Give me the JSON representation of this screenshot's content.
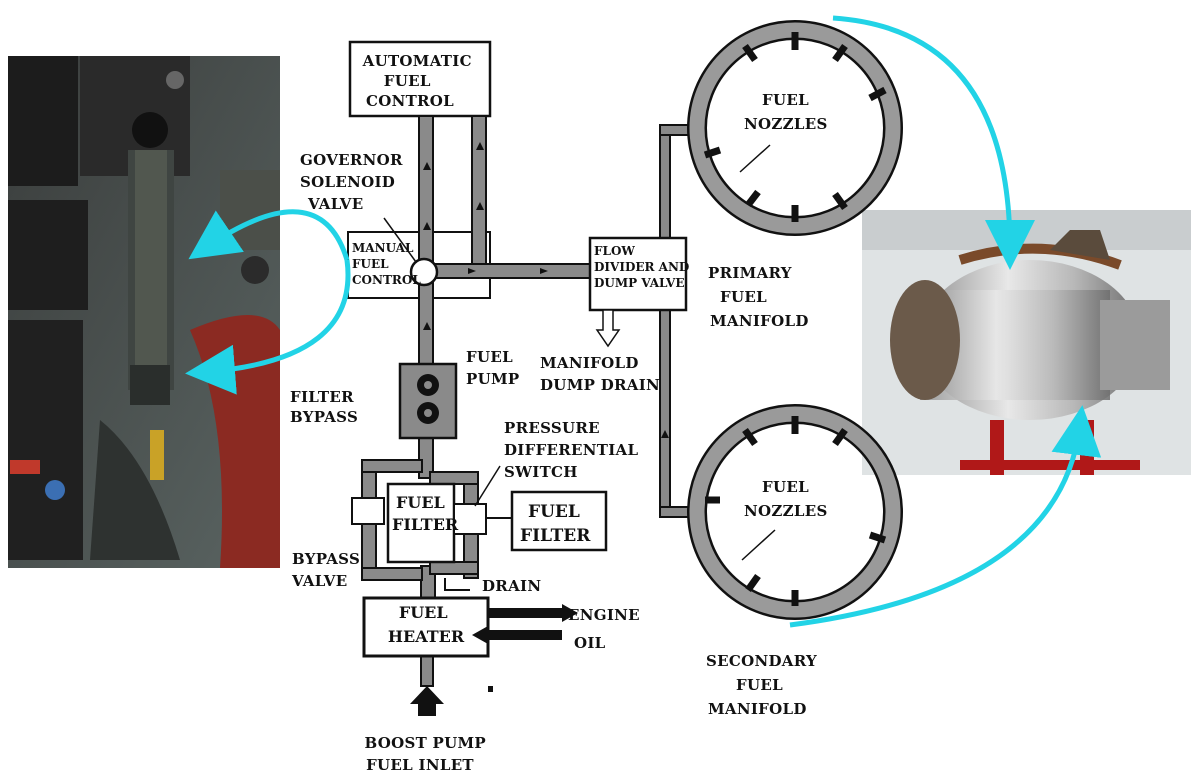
{
  "labels": {
    "automatic_fuel_control": [
      "AUTOMATIC",
      "FUEL",
      "CONTROL"
    ],
    "governor_solenoid_valve": [
      "GOVERNOR",
      "SOLENOID",
      "VALVE"
    ],
    "manual_fuel_control": [
      "MANUAL",
      "FUEL",
      "CONTROL"
    ],
    "flow_divider": [
      "FLOW",
      "DIVIDER AND",
      "DUMP VALVE"
    ],
    "manifold_dump_drain": [
      "MANIFOLD",
      "DUMP DRAIN"
    ],
    "fuel_pump": [
      "FUEL",
      "PUMP"
    ],
    "filter_bypass": [
      "FILTER",
      "BYPASS"
    ],
    "pressure_differential_switch": [
      "PRESSURE",
      "DIFFERENTIAL",
      "SWITCH"
    ],
    "fuel_filter_inner": [
      "FUEL",
      "FILTER"
    ],
    "fuel_filter_box": [
      "FUEL",
      "FILTER"
    ],
    "bypass_valve": [
      "BYPASS",
      "VALVE"
    ],
    "drain": "DRAIN",
    "fuel_heater": [
      "FUEL",
      "HEATER"
    ],
    "engine": "ENGINE",
    "oil": "OIL",
    "boost_pump_fuel_inlet": [
      "BOOST PUMP",
      "FUEL INLET"
    ],
    "primary_fuel_manifold": [
      "PRIMARY",
      "FUEL",
      "MANIFOLD"
    ],
    "secondary_fuel_manifold": [
      "SECONDARY",
      "FUEL",
      "MANIFOLD"
    ],
    "fuel_nozzles_top": [
      "FUEL",
      "NOZZLES"
    ],
    "fuel_nozzles_bottom": [
      "FUEL",
      "NOZZLES"
    ]
  },
  "colors": {
    "pipe_fill": "#8a8a8a",
    "pipe_stroke": "#111111",
    "callout_arrow": "#22d3e6",
    "manifold_fill": "#9a9a9a"
  },
  "photos": {
    "cockpit": "cockpit-control-photo",
    "engine": "turbine-engine-photo"
  }
}
